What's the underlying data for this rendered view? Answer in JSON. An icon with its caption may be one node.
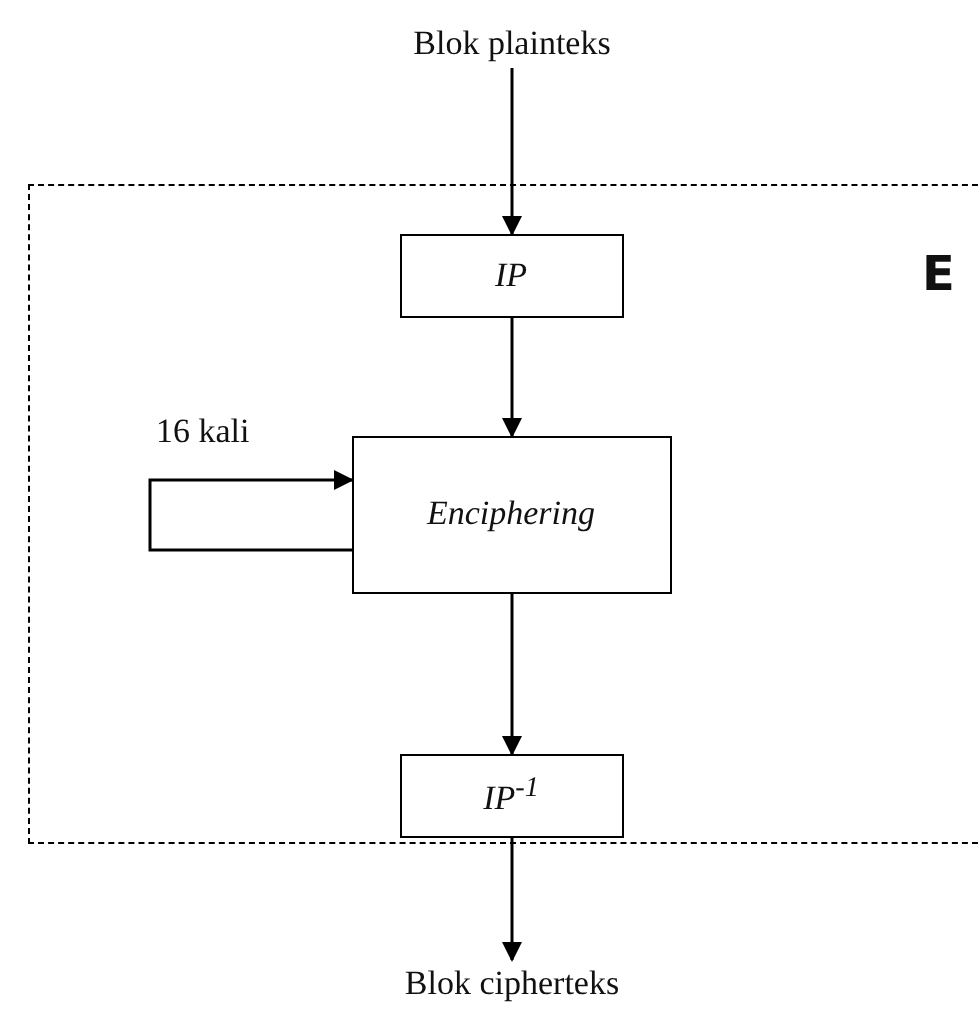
{
  "diagram": {
    "nodes": [
      {
        "text": [
          "Blok plainteks"
        ]
      },
      {
        "text": [
          "E"
        ]
      },
      {
        "text": [
          "IP"
        ],
        "in": 1
      },
      {
        "text": [
          "Enciphering"
        ],
        "in": 1
      },
      {
        "text": [
          "IP$^{-1}$"
        ],
        "in": 1
      },
      {
        "text": [
          "Blok cipherteks"
        ]
      }
    ],
    "edges": [
      {
        "from": 0,
        "to": 2,
        "arrow": "to"
      },
      {
        "from": 2,
        "to": 3,
        "arrow": "to"
      },
      {
        "from": 3,
        "to": 3,
        "arrow": "to",
        "label": "16 kali"
      },
      {
        "from": 3,
        "to": 4,
        "arrow": "to"
      },
      {
        "from": 4,
        "to": 5,
        "arrow": "to"
      }
    ]
  }
}
